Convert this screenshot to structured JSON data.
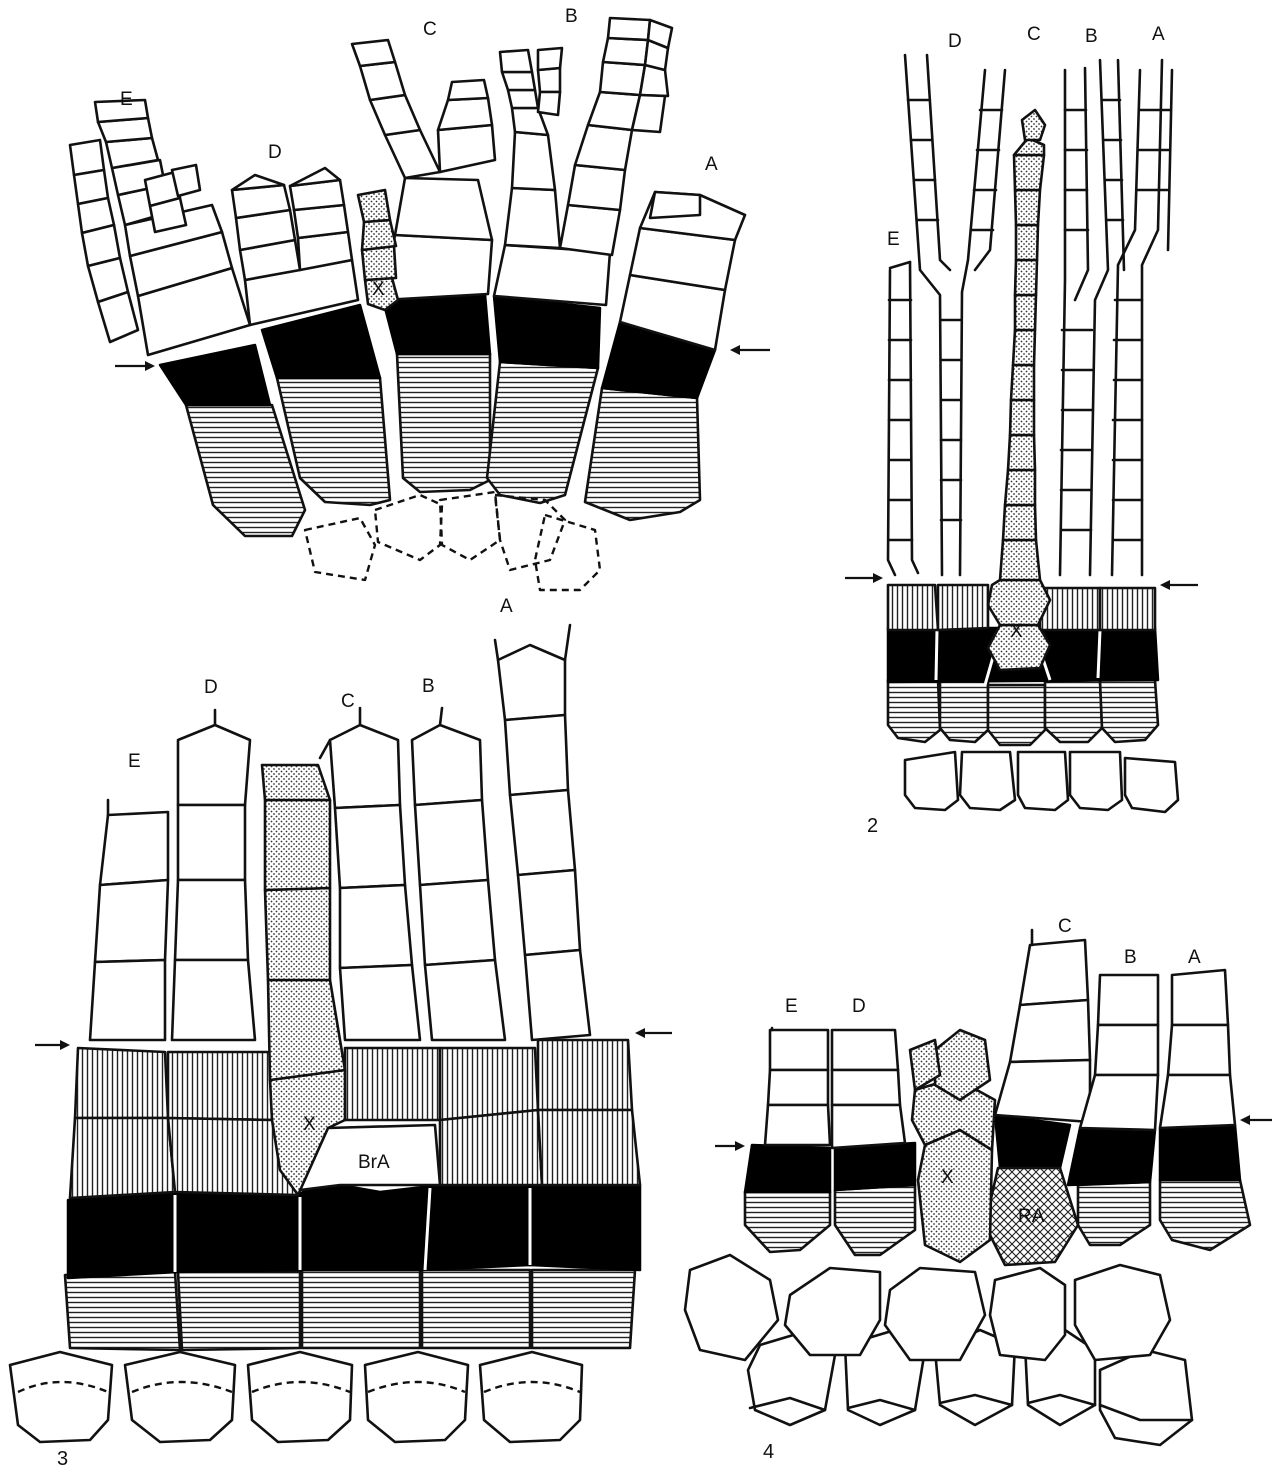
{
  "labels": {
    "a": "A",
    "b": "B",
    "c": "C",
    "d": "D",
    "e": "E",
    "x": "X",
    "bra": "BrA",
    "ra": "RA"
  },
  "panels": {
    "fig2": "2",
    "fig3": "3",
    "fig4": "4"
  }
}
